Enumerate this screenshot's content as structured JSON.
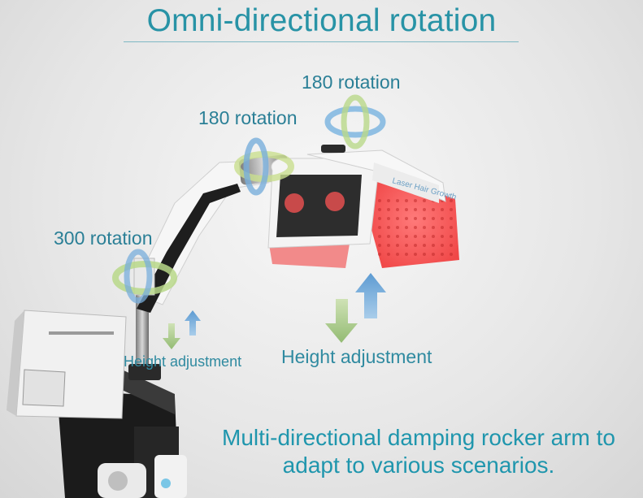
{
  "title": "Omni-directional rotation",
  "labels": {
    "rotation_top": "180 rotation",
    "rotation_mid": "180 rotation",
    "rotation_low": "300 rotation",
    "height_small": "Height adjustment",
    "height_large": "Height adjustment"
  },
  "caption": {
    "line1": "Multi-directional damping rocker arm to",
    "line2": "adapt to various scenarios."
  },
  "device_brand_text": "Laser Hair Growth",
  "colors": {
    "accent_teal": "#2893a6",
    "arrow_blue": "#6fa8d8",
    "arrow_green": "#a7c88a",
    "led_red": "#f04848"
  },
  "icons": [
    "rotation-ring-icon",
    "height-arrows-icon"
  ]
}
